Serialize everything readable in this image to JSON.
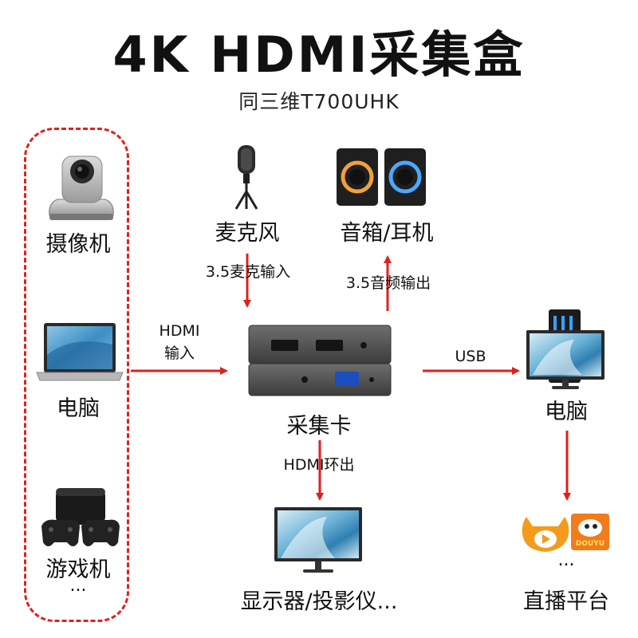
{
  "header": {
    "title": "4K HDMI采集盒",
    "subtitle": "同三维T700UHK"
  },
  "sources": {
    "camera_label": "摄像机",
    "laptop_label": "电脑",
    "game_console_label": "游戏机",
    "more_label": "..."
  },
  "peripherals": {
    "microphone_label": "麦克风",
    "speakers_label": "音箱/耳机",
    "mic_input_label": "3.5麦克输入",
    "audio_output_label": "3.5音频输出"
  },
  "center": {
    "capture_card_label": "采集卡",
    "hdmi_input_line1": "HDMI",
    "hdmi_input_line2": "输入",
    "hdmi_loop_label": "HDMI环出",
    "display_label": "显示器/投影仪..."
  },
  "right": {
    "usb_label": "USB",
    "computer_label": "电脑",
    "platform_dots": "...",
    "platform_label": "直播平台",
    "douyu_logo_text": "DOUYU"
  },
  "colors": {
    "arrow": "#e0201c",
    "frame": "#e0201c"
  }
}
